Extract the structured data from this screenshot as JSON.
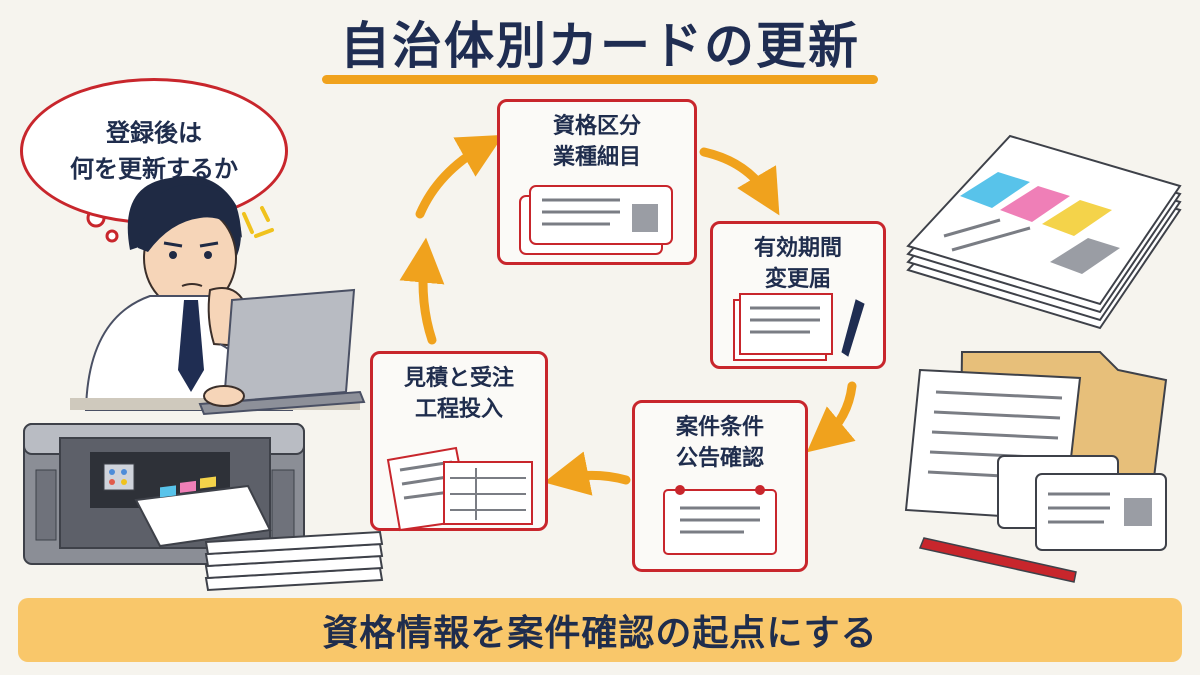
{
  "title": "自治体別カードの更新",
  "speech_bubble": {
    "line1": "登録後は",
    "line2": "何を更新するか"
  },
  "cycle_steps": [
    {
      "line1": "資格区分",
      "line2": "業種細目"
    },
    {
      "line1": "有効期間",
      "line2": "変更届"
    },
    {
      "line1": "案件条件",
      "line2": "公告確認"
    },
    {
      "line1": "見積と受注",
      "line2": "工程投入"
    }
  ],
  "banner": "資格情報を案件確認の起点にする",
  "colors": {
    "box_border": "#c8262c",
    "arrow": "#f0a21d",
    "navy": "#1f2d4d",
    "banner_bg": "#f9c76a"
  }
}
